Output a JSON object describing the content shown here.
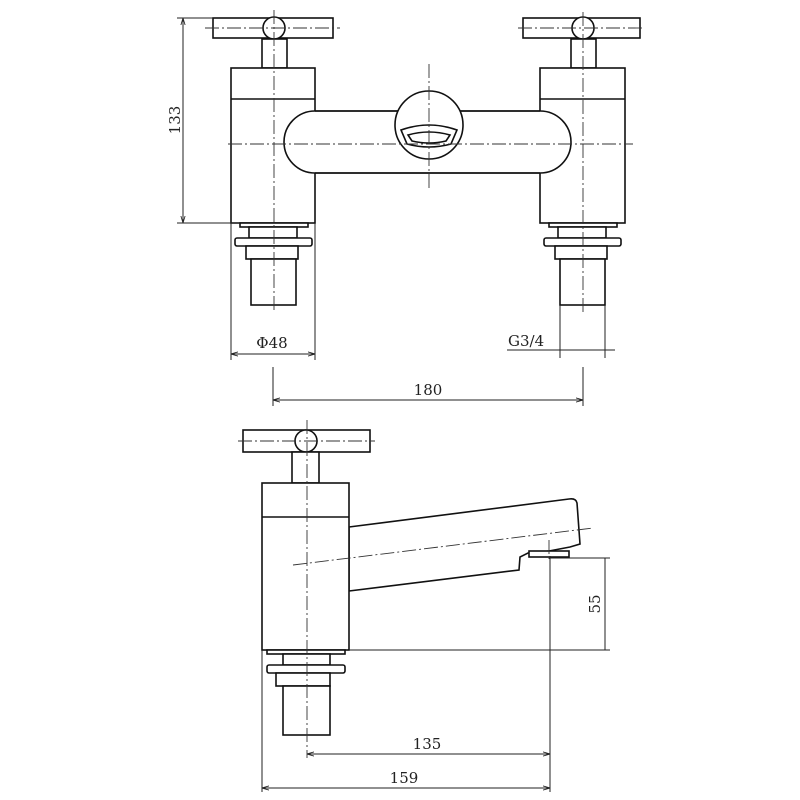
{
  "drawing": {
    "front_view": {
      "dimensions": {
        "height": "133",
        "body_diameter": "Φ48",
        "thread": "G3/4",
        "centres": "180"
      }
    },
    "side_view": {
      "dimensions": {
        "spout_height": "55",
        "spout_reach": "135",
        "overall_depth": "159"
      }
    }
  }
}
